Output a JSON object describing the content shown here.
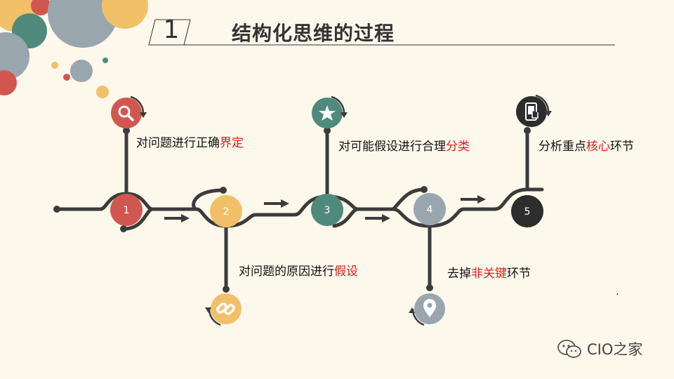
{
  "slide": {
    "number": "1",
    "title": "结构化思维的过程"
  },
  "colors": {
    "step1": "#d0574f",
    "step2": "#f2c068",
    "step3": "#4f8a7c",
    "step4": "#9aa6ad",
    "step5": "#2d2d2d",
    "line": "#3b3b3b",
    "highlight": "#e31b1b",
    "background": "#fdf8ec"
  },
  "steps": [
    {
      "number": "1",
      "icon": "search-icon",
      "text_pre": "对问题进行正确",
      "text_highlight": "界定"
    },
    {
      "number": "2",
      "icon": "link-icon",
      "text_pre": "对问题的原因进行",
      "text_highlight": "假设"
    },
    {
      "number": "3",
      "icon": "star-icon",
      "text_pre": "对可能假设进行合理",
      "text_highlight": "分类"
    },
    {
      "number": "4",
      "icon": "location-pin-icon",
      "text_pre": "去掉",
      "text_highlight": "非关键",
      "text_post": "环节"
    },
    {
      "number": "5",
      "icon": "touch-phone-icon",
      "text_pre": "分析重点",
      "text_highlight": "核心",
      "text_post": "环节"
    }
  ],
  "footer": {
    "stray_mark": ".",
    "watermark": "CIO之家",
    "watermark_icon": "wechat-icon"
  }
}
